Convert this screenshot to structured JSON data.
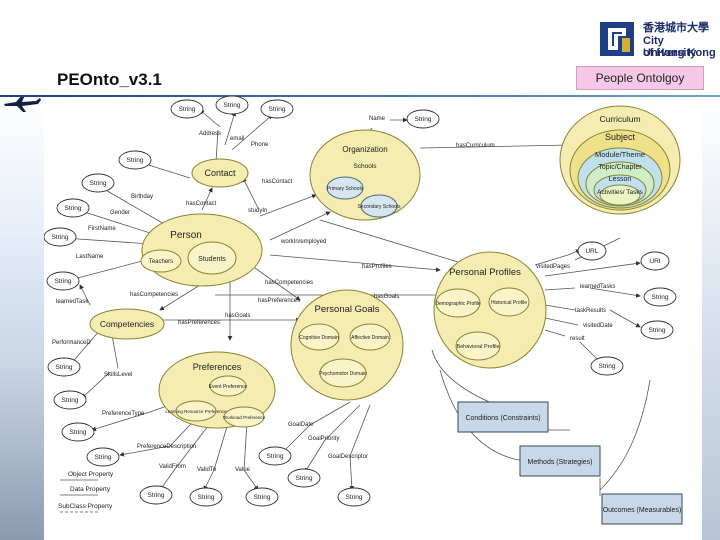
{
  "title": "PEOnto_v3.1",
  "badge": "People Ontolgoy",
  "logo": {
    "chinese": "香港城市大學",
    "line1": "City University",
    "line2": "of Hong Kong"
  },
  "colors": {
    "node_fill": "#f4ecb0",
    "node_stroke": "#8a8430",
    "inner_fill": "#f9f3c8",
    "blue_fill": "#d6e6ef",
    "rect_fill": "#c8d8e8",
    "curr_blue": "#bfe1ee",
    "curr_green": "#cfeec8"
  },
  "classes": {
    "organization": "Organization",
    "schools": "Schools",
    "primary": "Primary Schools",
    "secondary": "Secondary Schools",
    "contact": "Contact",
    "person": "Person",
    "teachers": "Teachers",
    "students": "Students",
    "competencies": "Competencies",
    "preferences": "Preferences",
    "event": "Event Preference",
    "learning": "Learning Resource Preference",
    "workload": "Workload Preference",
    "goals": "Personal Goals",
    "cognitive": "Cognitive Domain",
    "affective": "Affective Domain",
    "psychomotor": "Psychomotor Domain",
    "profiles": "Personal Profiles",
    "demographic": "Demographic Profile",
    "historical": "Historical Profile",
    "behavioral": "Behavioral Profile",
    "curriculum": "Curriculum",
    "subject": "Subject",
    "module": "Module/Theme",
    "topic": "Topic/Chapter",
    "lesson": "Lesson",
    "activities": "Activities/ Tasks",
    "conditions": "Conditions (Constraints)",
    "methods": "Methods (Strategies)",
    "outcomes": "Outcomes (Measurables)"
  },
  "literals": {
    "string": "String",
    "url": "URL",
    "uri": "URI"
  },
  "properties": {
    "address": "Address",
    "email": "email",
    "phone": "Phone",
    "name": "Name",
    "birthday": "Birthday",
    "gender": "Gender",
    "first_name": "FirstName",
    "last_name": "LastName",
    "has_contact_1": "hasContact",
    "has_contact_2": "hasContact",
    "study_in": "studyIn",
    "work_in": "workIn/employed",
    "has_curriculum": "hasCurriculum",
    "has_profiles": "hasProfiles",
    "has_competencies_1": "hasCompetencies",
    "has_competencies_2": "hasCompetencies",
    "has_preferences_1": "hasPreferences",
    "has_preferences_2": "hasPreferences",
    "has_goals_1": "hasGoals",
    "has_goals_2": "hasGoals",
    "learned_task": "learnedTask",
    "performance": "PerformanceD",
    "skills_level": "SkillsLevel",
    "preference_type": "PreferenceType",
    "preference_description": "PreferenceDescription",
    "valid_from": "ValidFrom",
    "valid_to": "ValidTo",
    "value": "Value",
    "goal_date": "GoalDate",
    "goal_priority": "GoalPriority",
    "goal_descriptor": "GoalDescriptor",
    "visited_pages": "visitedPages",
    "learned_tasks": "learnedTasks",
    "task_results": "taskResults",
    "visited_date": "visitedDate",
    "result": "result"
  },
  "legend": {
    "object": "Object Property",
    "data": "Data Property",
    "subclass": "SubClass Property"
  }
}
